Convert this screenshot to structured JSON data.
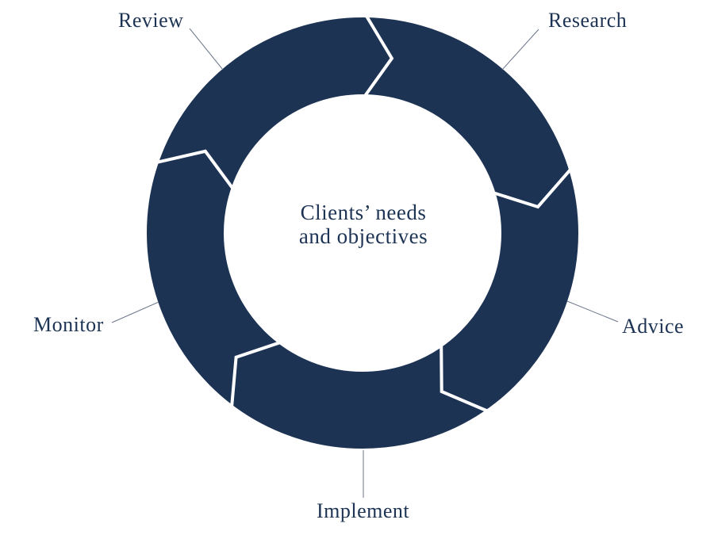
{
  "diagram": {
    "center": {
      "line1": "Clients’ needs",
      "line2": "and objectives"
    },
    "stages": [
      {
        "label": "Research",
        "position": "top-right"
      },
      {
        "label": "Advice",
        "position": "right"
      },
      {
        "label": "Implement",
        "position": "bottom"
      },
      {
        "label": "Monitor",
        "position": "left"
      },
      {
        "label": "Review",
        "position": "top-left"
      }
    ],
    "colors": {
      "ring": "#1d3354",
      "divider": "#ffffff",
      "text": "#1d3354",
      "leader_line": "#6b7689",
      "background": "#ffffff"
    }
  }
}
